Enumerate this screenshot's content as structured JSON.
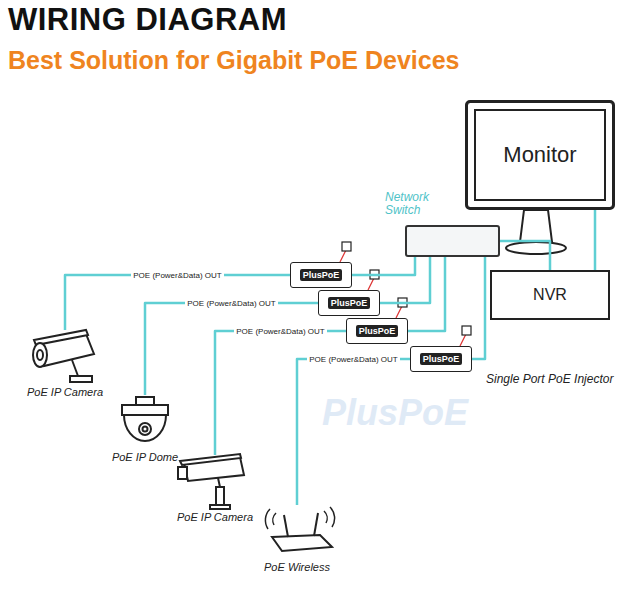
{
  "diagram": {
    "title": "WIRING DIAGRAM",
    "nodes": [
      {
        "text": [
          "Monitor"
        ]
      },
      {
        "text": [
          "Network Switch"
        ]
      },
      {
        "text": [
          "NVR"
        ]
      },
      {
        "text": [
          "PlusPoE"
        ]
      },
      {
        "text": [
          "PlusPoE"
        ]
      },
      {
        "text": [
          "PlusPoE"
        ]
      },
      {
        "text": [
          "PlusPoE"
        ]
      },
      {
        "text": [
          "PoE IP Camera"
        ]
      },
      {
        "text": [
          "PoE IP Dome"
        ]
      },
      {
        "text": [
          "PoE IP Camera"
        ]
      },
      {
        "text": [
          "PoE Wireless"
        ]
      }
    ],
    "edges": [
      {
        "from": 1,
        "to": 3,
        "arrow": "none"
      },
      {
        "from": 1,
        "to": 4,
        "arrow": "none"
      },
      {
        "from": 1,
        "to": 5,
        "arrow": "none"
      },
      {
        "from": 1,
        "to": 6,
        "arrow": "none"
      },
      {
        "from": 3,
        "to": 7,
        "label": "POE (Power&Data) OUT",
        "arrow": "none"
      },
      {
        "from": 4,
        "to": 8,
        "label": "POE (Power&Data) OUT",
        "arrow": "none"
      },
      {
        "from": 5,
        "to": 9,
        "label": "POE (Power&Data) OUT",
        "arrow": "none"
      },
      {
        "from": 6,
        "to": 10,
        "label": "POE (Power&Data) OUT",
        "arrow": "none"
      },
      {
        "from": 1,
        "to": 2,
        "arrow": "none"
      },
      {
        "from": 2,
        "to": 0,
        "arrow": "none"
      }
    ],
    "labels": [
      "Best Solution for Gigabit PoE Devices",
      "Single Port PoE Injector",
      "PlusPoE"
    ]
  }
}
